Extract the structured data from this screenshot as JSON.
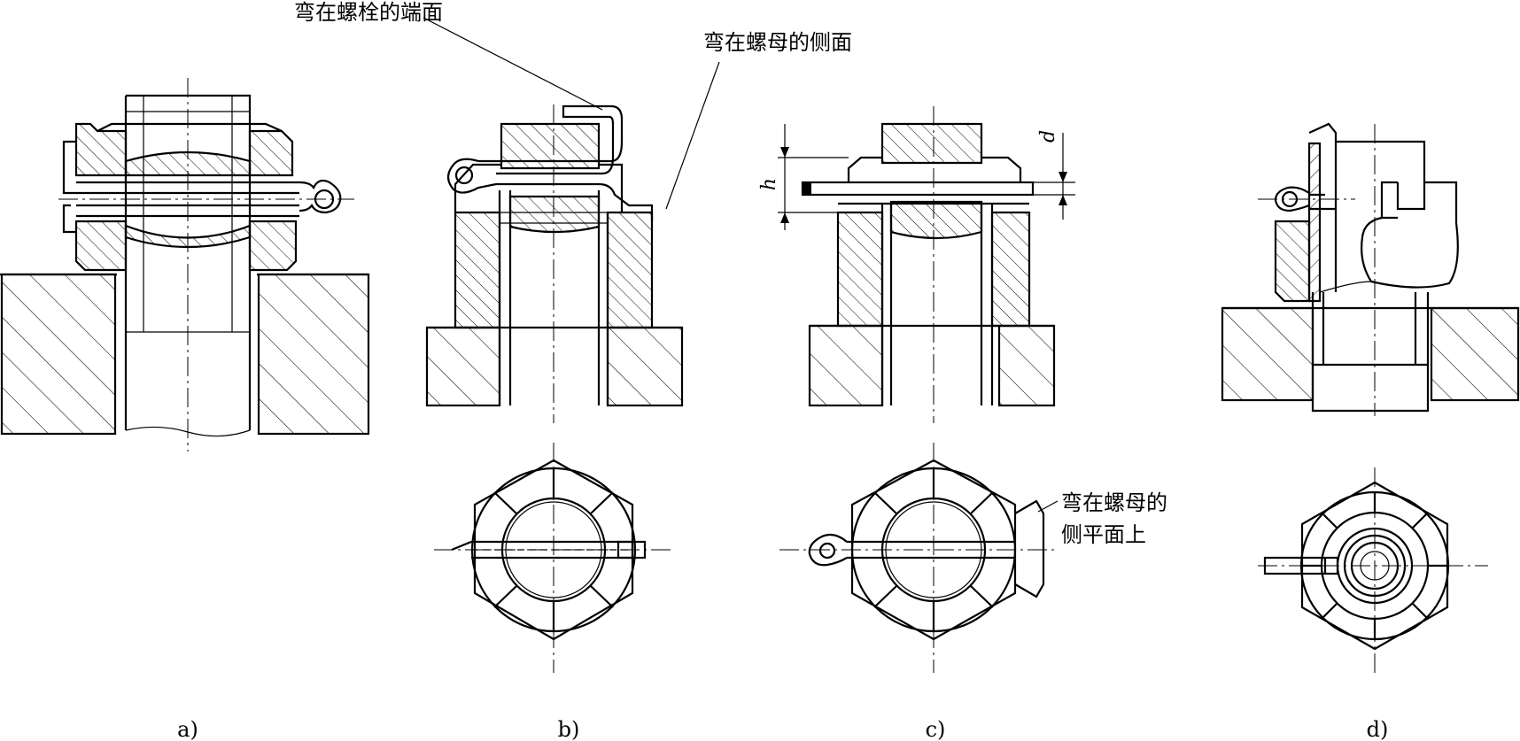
{
  "annotations": {
    "bolt_end_face": "弯在螺栓的端面",
    "nut_side_face": "弯在螺母的侧面",
    "nut_side_flat_line1": "弯在螺母的",
    "nut_side_flat_line2": "侧平面上"
  },
  "dimensions": {
    "h": "h",
    "d": "d"
  },
  "captions": {
    "a": "a)",
    "b": "b)",
    "c": "c)",
    "d": "d)"
  }
}
